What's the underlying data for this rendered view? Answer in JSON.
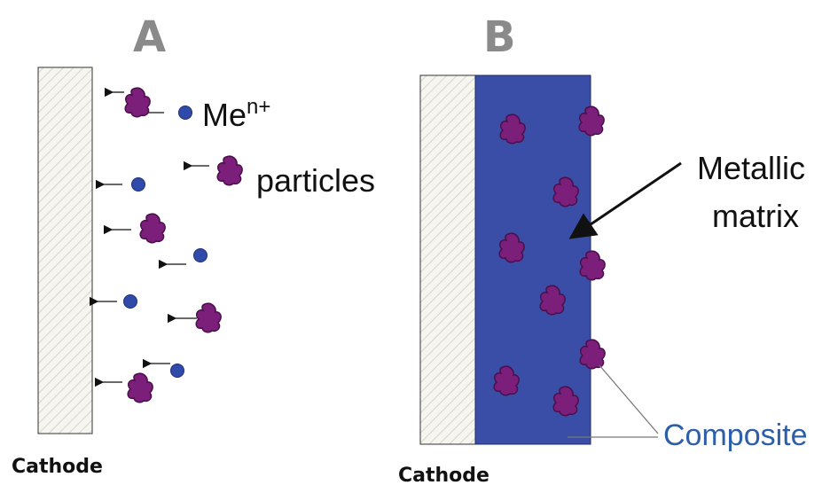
{
  "panel_a": {
    "letter": "A",
    "ion_label_base": "Me",
    "ion_label_sup": "n+",
    "particles_label": "particles",
    "cathode_label": "Cathode"
  },
  "panel_b": {
    "letter": "B",
    "matrix_label_line1": "Metallic",
    "matrix_label_line2": "matrix",
    "composite_label": "Composite",
    "cathode_label": "Cathode"
  },
  "colors": {
    "particle": "#7b1f7a",
    "particle_outline": "#4a0f4a",
    "ion": "#2f4aa8",
    "matrix": "#3a4ea8",
    "cathode_fill": "#f6f5ef",
    "hatch": "#cfcfc6",
    "composite_text": "#2d5ea8"
  }
}
